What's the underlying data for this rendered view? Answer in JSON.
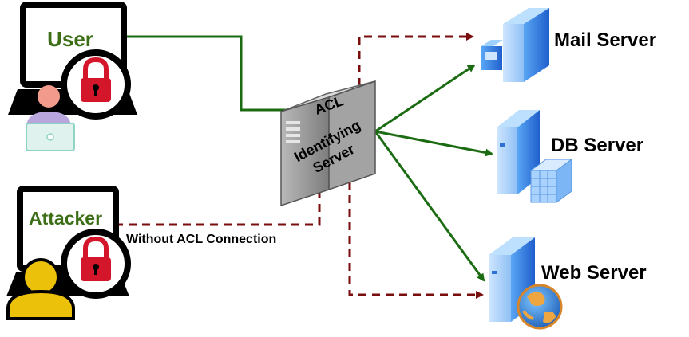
{
  "nodes": {
    "user": {
      "label": "User"
    },
    "attacker": {
      "label": "Attacker"
    },
    "acl_server": {
      "line1": "ACL",
      "line2": "Identifying",
      "line3": "Server"
    },
    "mail_server": {
      "label": "Mail Server"
    },
    "db_server": {
      "label": "DB Server"
    },
    "web_server": {
      "label": "Web Server"
    }
  },
  "edges": {
    "attacker_note": "Without ACL Connection"
  },
  "colors": {
    "allowed": "#1b6b12",
    "blocked": "#7a0d0d",
    "label_green": "#3c6e16",
    "lock_red": "#d3162a",
    "server_blue": "#2f72d6",
    "acl_gray": "#8c8c8c"
  },
  "icons": [
    "monitor-icon",
    "lock-icon",
    "user-icon",
    "server-icon",
    "database-icon",
    "globe-icon"
  ]
}
